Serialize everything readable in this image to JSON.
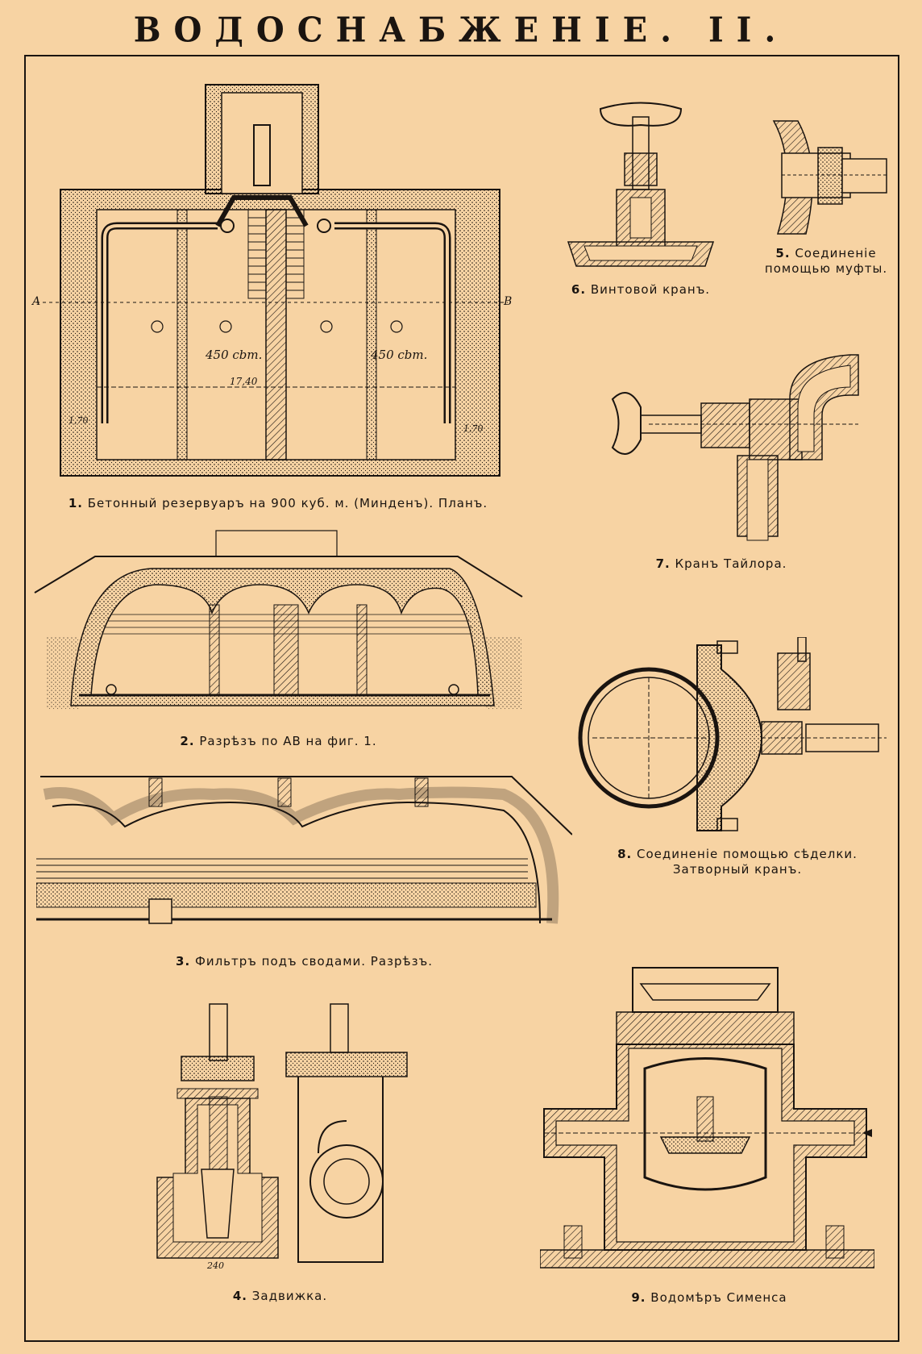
{
  "sheet": {
    "title": "ВОДОСНАБЖЕНІЕ. II."
  },
  "figures": {
    "fig1": {
      "num": "1.",
      "caption": "Бетонный резервуаръ на 900 куб. м. (Минденъ). Планъ.",
      "marks": {
        "a": "A",
        "b": "B",
        "cap_left": "450 cbm.",
        "cap_right": "450 cbm.",
        "width": "17,40",
        "w1": "1,70",
        "w2": "1,70"
      }
    },
    "fig2": {
      "num": "2.",
      "caption": "Разрѣзъ по AB на фиг. 1."
    },
    "fig3": {
      "num": "3.",
      "caption": "Фильтръ подъ сводами. Разрѣзъ."
    },
    "fig4": {
      "num": "4.",
      "caption": "Задвижка.",
      "dim": "240"
    },
    "fig5": {
      "num": "5.",
      "caption_l1": "Соединеніе",
      "caption_l2": "помощью муфты."
    },
    "fig6": {
      "num": "6.",
      "caption": "Винтовой кранъ."
    },
    "fig7": {
      "num": "7.",
      "caption": "Кранъ Тайлора."
    },
    "fig8": {
      "num": "8.",
      "caption_l1": "Соединеніе помощью сѣделки.",
      "caption_l2": "Затворный кранъ."
    },
    "fig9": {
      "num": "9.",
      "caption": "Водомѣръ Сименса"
    }
  },
  "colors": {
    "paper": "#f7d3a3",
    "ink": "#1a1410"
  }
}
